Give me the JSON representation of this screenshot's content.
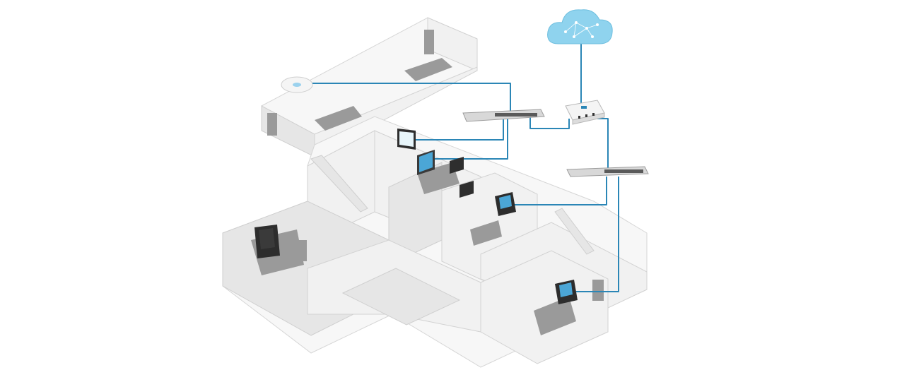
{
  "diagram": {
    "nodes": [
      {
        "id": "cloud",
        "icon": "cloud-icon"
      },
      {
        "id": "gateway",
        "icon": "gateway-router-icon"
      },
      {
        "id": "switch-top",
        "icon": "network-switch-icon"
      },
      {
        "id": "switch-bottom",
        "icon": "network-switch-icon"
      },
      {
        "id": "access-point",
        "icon": "wifi-access-point-icon"
      },
      {
        "id": "desk-phone-office",
        "icon": "desk-phone-icon"
      },
      {
        "id": "desk-phone-lounge",
        "icon": "desk-phone-icon"
      },
      {
        "id": "wall-display",
        "icon": "touch-display-icon"
      },
      {
        "id": "desk-monitor",
        "icon": "computer-monitor-icon"
      }
    ],
    "colors": {
      "cable": "#2b86b6",
      "cloud": "#8fd3ee",
      "building": "#f1f1f1",
      "device_dark": "#3e3e3e"
    }
  }
}
